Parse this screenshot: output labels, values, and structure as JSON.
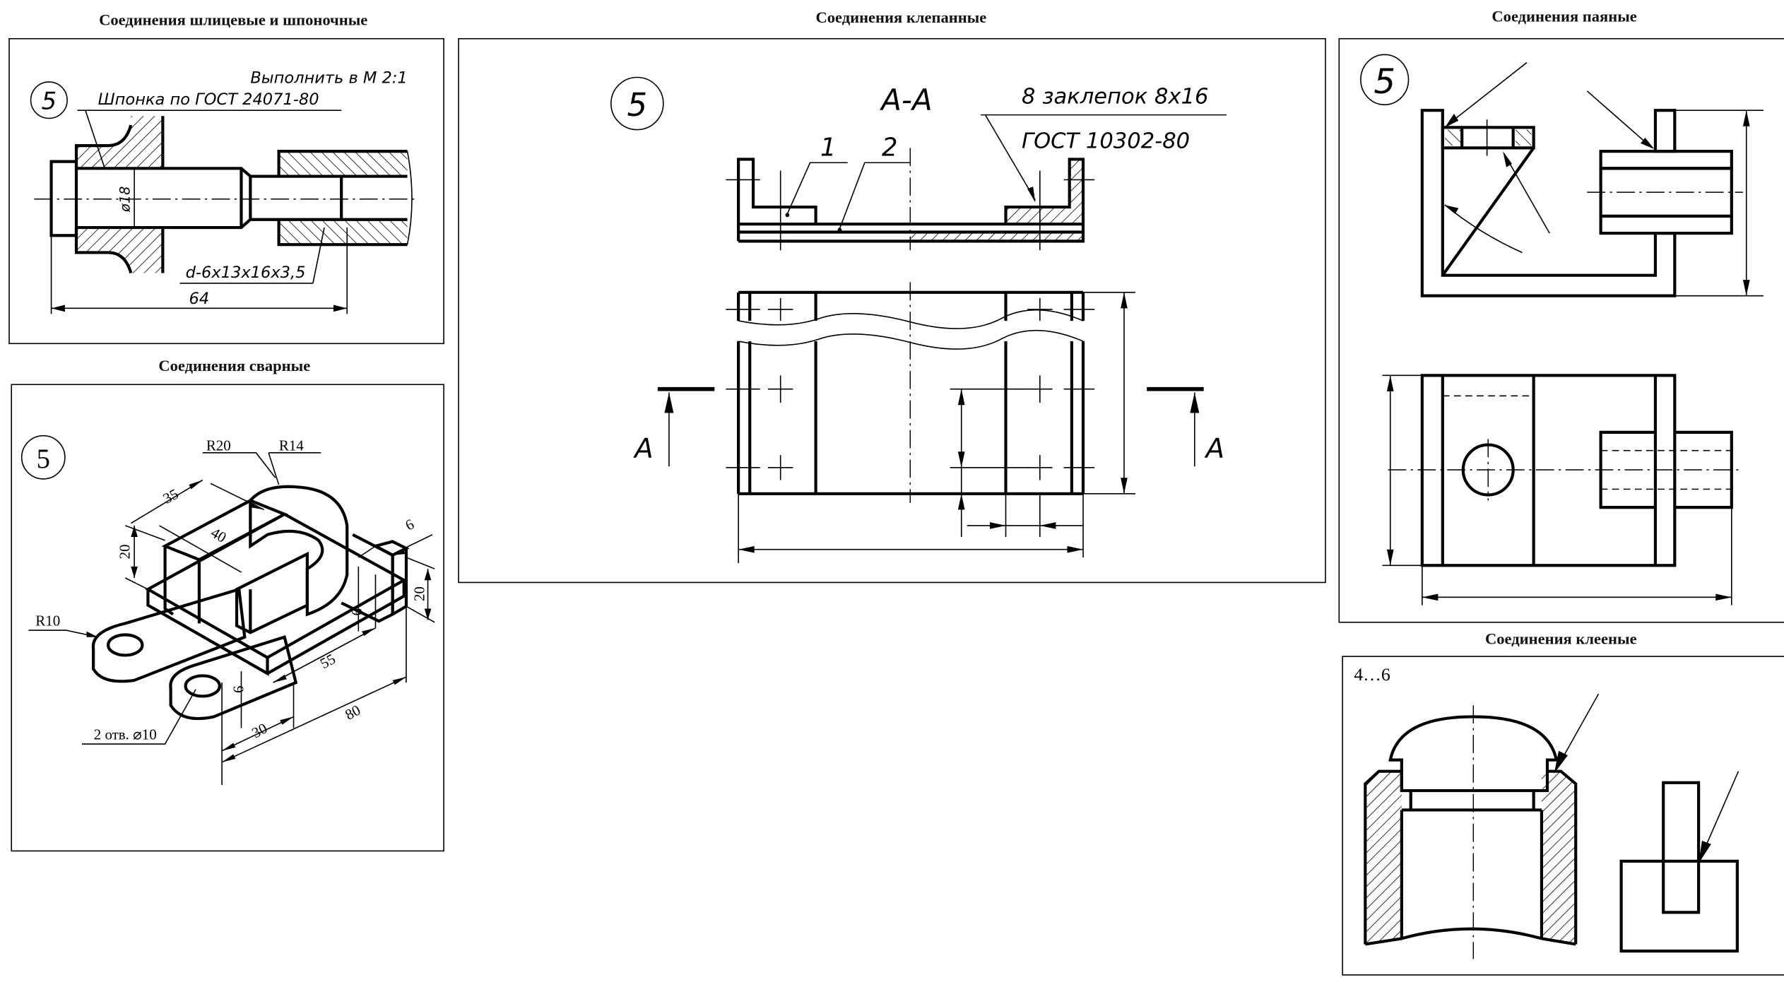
{
  "panels": {
    "spline": {
      "title": "Соединения шлицевые и шпоночные",
      "number": "5",
      "scale_note": "Выполнить в М 2:1",
      "key_note": "Шпонка по ГОСТ 24071-80",
      "diameter": "ø18",
      "spline_note": "d-6x13x16x3,5",
      "length": "64"
    },
    "rivet": {
      "title": "Соединения клепанные",
      "number": "5",
      "section": "А-А",
      "rivets_note": "8 заклепок 8х16",
      "rivets_gost": "ГОСТ 10302-80",
      "part1": "1",
      "part2": "2",
      "section_mark_left": "А",
      "section_mark_right": "А"
    },
    "solder": {
      "title": "Соединения паяные",
      "number": "5"
    },
    "glue": {
      "title": "Соединения клееные",
      "number": "4…6"
    },
    "weld": {
      "title": "Соединения сварные",
      "number": "5",
      "dims": {
        "r20": "R20",
        "r14": "R14",
        "d35": "35",
        "d40": "40",
        "d20a": "20",
        "r10": "R10",
        "d6a": "6",
        "d20b": "20",
        "d6b": "6",
        "d55": "55",
        "d80": "80",
        "d30": "30",
        "d6c": "6",
        "holes": "2 отв. ⌀10"
      }
    }
  }
}
